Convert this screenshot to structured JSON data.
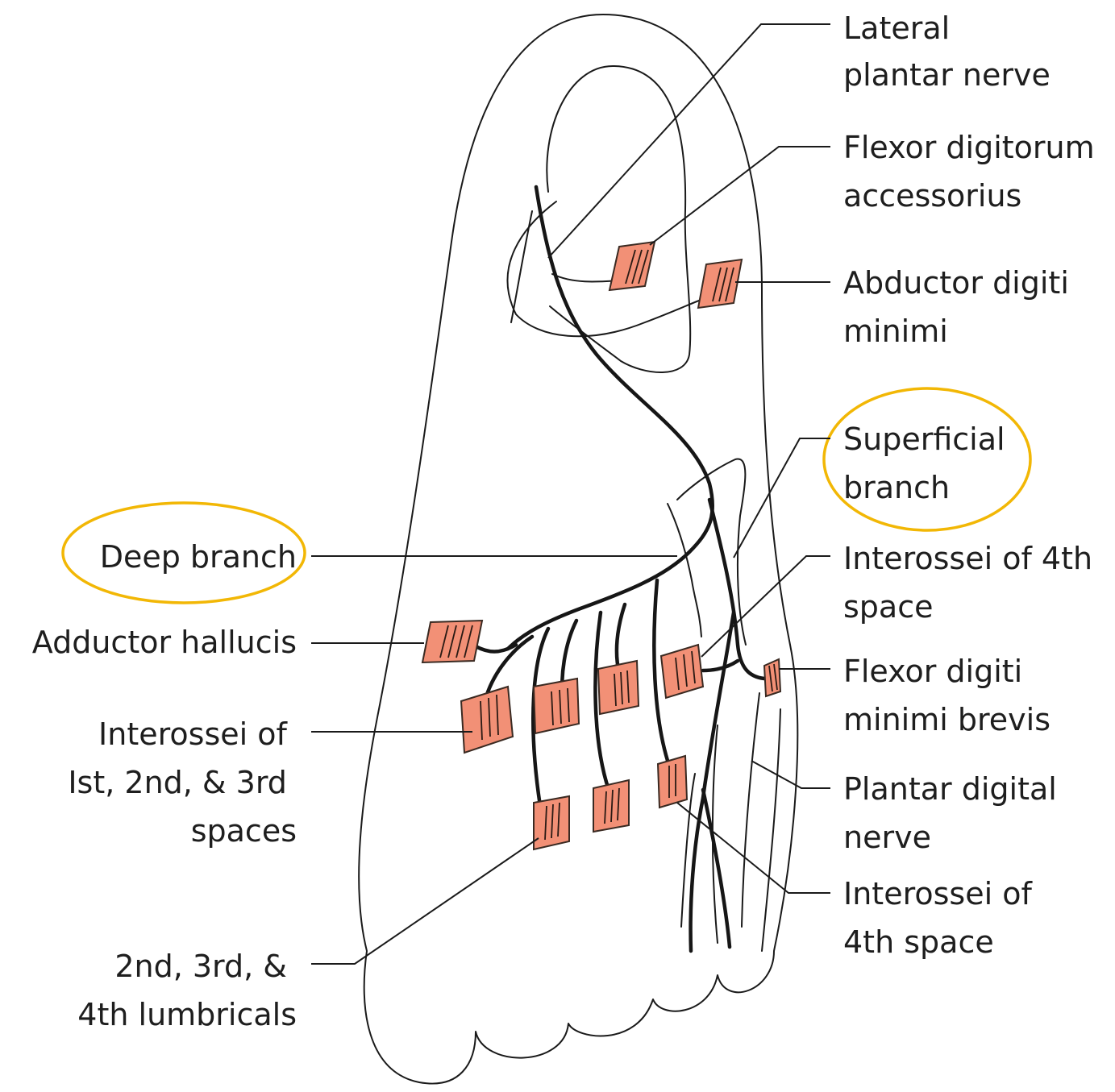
{
  "colors": {
    "muscle_fill": "#F29076",
    "highlight": "#F2B705",
    "line": "#1a1a1a"
  },
  "labels": {
    "lateral_plantar_nerve": [
      "Lateral",
      "plantar nerve"
    ],
    "flexor_digitorum_accessorius": [
      "Flexor digitorum",
      "accessorius"
    ],
    "abductor_digiti_minimi": [
      "Abductor digiti",
      "minimi"
    ],
    "superficial_branch": [
      "Superficial",
      "branch"
    ],
    "interossei_4th_space_upper": [
      "Interossei of 4th",
      "space"
    ],
    "flexor_digiti_minimi_brevis": [
      "Flexor digiti",
      "minimi brevis"
    ],
    "plantar_digital_nerve": [
      "Plantar digital",
      "nerve"
    ],
    "interossei_4th_space_lower": [
      "Interossei of",
      "4th space"
    ],
    "deep_branch": [
      "Deep branch"
    ],
    "adductor_hallucis": [
      "Adductor hallucis"
    ],
    "interossei_1st_2nd_3rd": [
      "Interossei of",
      "Ist, 2nd, & 3rd",
      "spaces"
    ],
    "lumbricals": [
      "2nd, 3rd, &",
      "4th lumbricals"
    ]
  }
}
